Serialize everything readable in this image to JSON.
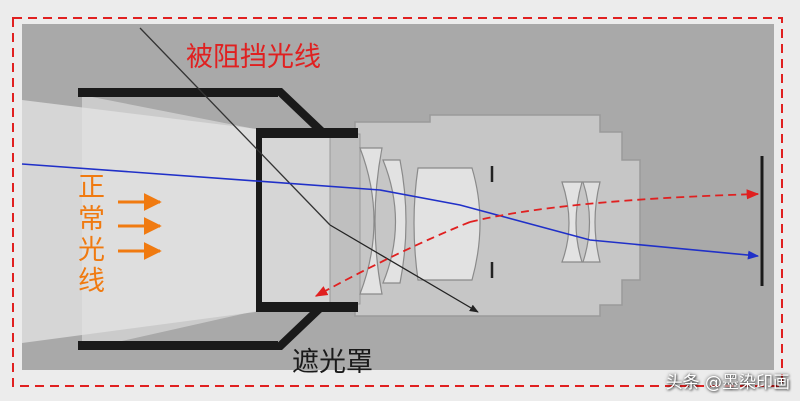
{
  "labels": {
    "blocked_light": "被阻挡光线",
    "normal_light": [
      "正",
      "常",
      "光",
      "线"
    ],
    "lens_hood": "遮光罩"
  },
  "watermark": "头条 @墨染印画",
  "colors": {
    "frame_border": "#e02020",
    "outer_bg": "#ececec",
    "diagram_bg": "#a9a9a9",
    "light_cone": "#d8d8d8",
    "hood": "#1a1a1a",
    "lens_body": "#c4c4c4",
    "lens_element": "#dcdcdc",
    "normal_ray": "#2030c8",
    "reflected_ray": "#e02020",
    "blocked_ray": "#222222",
    "label_red": "#e02020",
    "label_orange": "#f07a10",
    "label_dark": "#1a1a1a"
  },
  "icons": [
    "arrow-right-icon",
    "arrow-right-icon",
    "arrow-right-icon"
  ]
}
